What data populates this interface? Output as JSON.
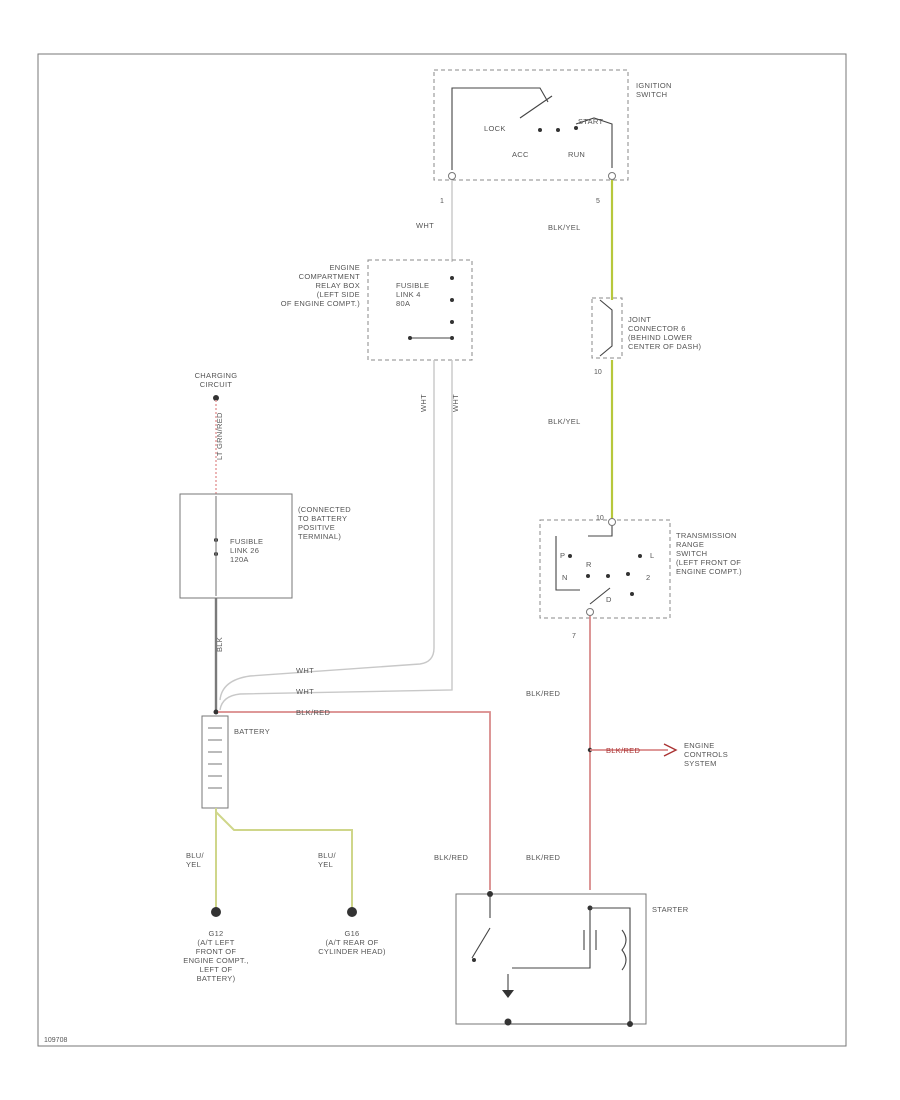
{
  "components": {
    "ignition_switch": {
      "name": "IGNITION\nSWITCH",
      "lock": "LOCK",
      "start": "START",
      "acc": "ACC",
      "run": "RUN",
      "pin_left": "1",
      "pin_right": "5"
    },
    "relay_box": {
      "name": "ENGINE\nCOMPARTMENT\nRELAY BOX\n(LEFT SIDE\nOF ENGINE COMPT.)",
      "fuse": "FUSIBLE\nLINK 4\n80A"
    },
    "joint_connector": {
      "name": "JOINT\nCONNECTOR 6\n(BEHIND LOWER\nCENTER OF DASH)",
      "pin": "10"
    },
    "charging": {
      "name": "CHARGING\nCIRCUIT"
    },
    "fusible_main": {
      "name": "FUSIBLE\nLINK 26\n120A",
      "note": "(CONNECTED\nTO BATTERY\nPOSITIVE\nTERMINAL)"
    },
    "battery": {
      "name": "BATTERY"
    },
    "trs": {
      "name": "TRANSMISSION\nRANGE\nSWITCH\n(LEFT FRONT OF\nENGINE COMPT.)",
      "p": "P",
      "r": "R",
      "n": "N",
      "d": "D",
      "l": "L",
      "two": "2",
      "pin_top": "10",
      "pin_bottom": "7"
    },
    "engine_controls": {
      "name": "ENGINE\nCONTROLS\nSYSTEM"
    },
    "starter": {
      "name": "STARTER"
    },
    "ground_g12": {
      "name": "G12\n(A/T LEFT\nFRONT OF\nENGINE COMPT.,\nLEFT OF\nBATTERY)"
    },
    "ground_g16": {
      "name": "G16\n(A/T REAR OF\nCYLINDER HEAD)"
    }
  },
  "wires": {
    "wht": "WHT",
    "bkyel": "BLK/YEL",
    "ltgrn": "LT GRN/RED",
    "gray": "BLK",
    "bkred": "BLK/RED",
    "blu_yel": "BLU/\nYEL",
    "bkred_arrow": "BLK/RED"
  },
  "figure_id": "109708"
}
